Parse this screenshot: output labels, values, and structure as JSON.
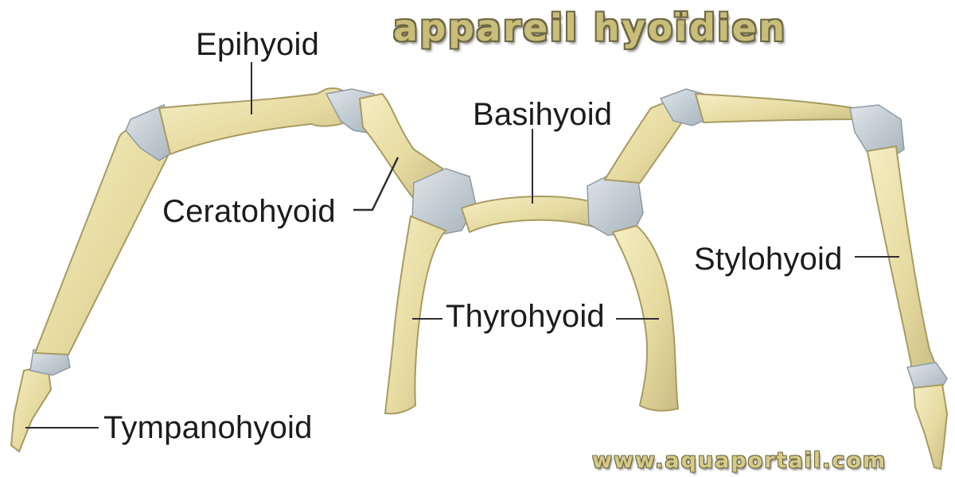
{
  "title": "appareil hyoïdien",
  "watermark": "www.aquaportail.com",
  "labels": {
    "epihyoid": "Epihyoid",
    "basihyoid": "Basihyoid",
    "ceratohyoid": "Ceratohyoid",
    "stylohyoid": "Stylohyoid",
    "thyrohyoid": "Thyrohyoid",
    "tympanohyoid": "Tympanohyoid"
  },
  "colors": {
    "bone": "#eae0a6",
    "bone_shadow": "#bfb27a",
    "bone_outline": "#a89b62",
    "cartilage": "#c4cdd4",
    "cartilage_shadow": "#9eaab3",
    "text": "#1c1c1c",
    "title_fill": "#c9bd7a",
    "title_outline": "#6d6743"
  }
}
